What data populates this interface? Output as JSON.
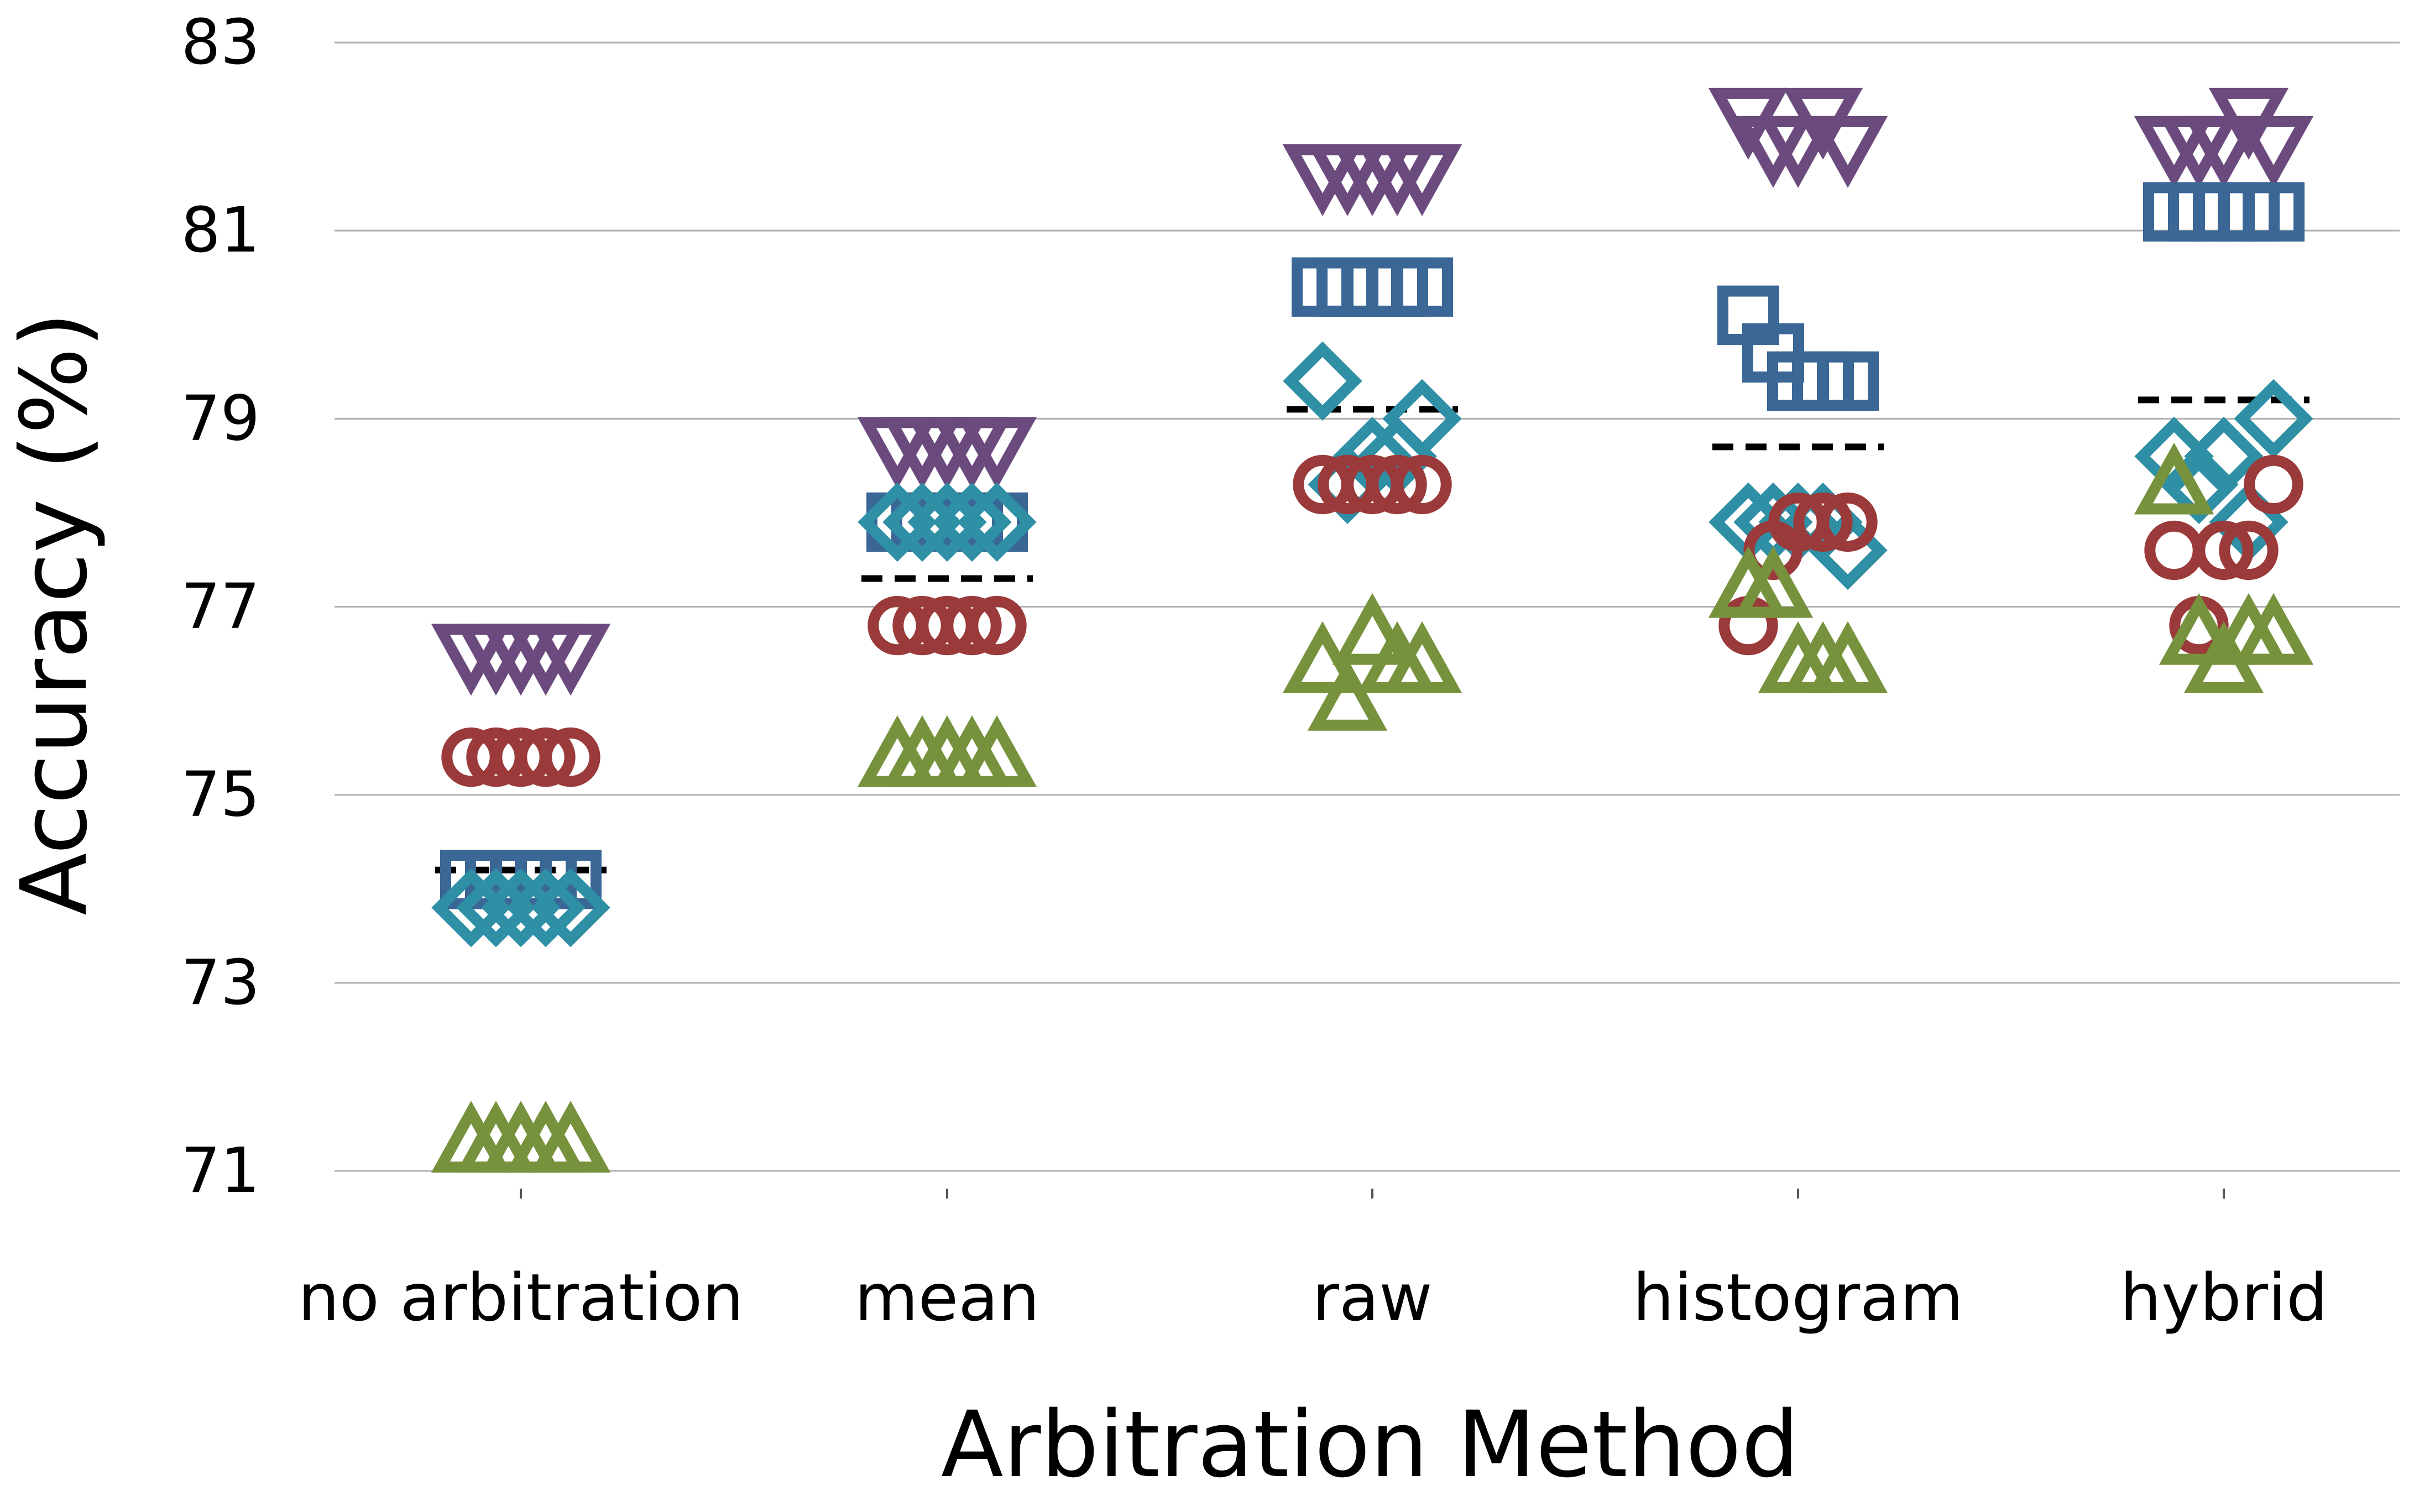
{
  "chart_data": {
    "type": "scatter",
    "title": "",
    "xlabel": "Arbitration Method",
    "ylabel": "Accuracy (%)",
    "categories": [
      "no arbitration",
      "mean",
      "raw",
      "histogram",
      "hybrid"
    ],
    "ylim": [
      71,
      83
    ],
    "yticks": [
      71,
      73,
      75,
      77,
      79,
      81,
      83
    ],
    "grid": "horizontal",
    "legend": "none",
    "mean_line_color": "#000000",
    "series": [
      {
        "marker": "triangle-down",
        "color": "#6b4a7e",
        "values": [
          [
            76.5,
            76.5,
            76.5,
            76.5,
            76.5
          ],
          [
            78.7,
            78.7,
            78.7,
            78.7,
            78.7
          ],
          [
            81.6,
            81.6,
            81.6,
            81.6,
            81.6
          ],
          [
            82.2,
            81.9,
            81.9,
            82.2,
            81.9
          ],
          [
            81.9,
            81.9,
            81.9,
            82.2,
            81.9
          ]
        ]
      },
      {
        "marker": "square",
        "color": "#3a6795",
        "values": [
          [
            74.1,
            74.1,
            74.1,
            74.1,
            74.1
          ],
          [
            77.9,
            77.9,
            77.9,
            77.9,
            77.9
          ],
          [
            80.4,
            80.4,
            80.4,
            80.4,
            80.4
          ],
          [
            80.1,
            79.7,
            79.4,
            79.4,
            79.4
          ],
          [
            81.2,
            81.2,
            81.2,
            81.2,
            81.2
          ]
        ]
      },
      {
        "marker": "diamond",
        "color": "#2f8fa5",
        "values": [
          [
            73.8,
            73.8,
            73.8,
            73.8,
            73.8
          ],
          [
            77.9,
            77.9,
            77.9,
            77.9,
            77.9
          ],
          [
            79.4,
            78.3,
            78.6,
            78.6,
            79.0
          ],
          [
            77.9,
            77.9,
            77.9,
            77.9,
            77.6
          ],
          [
            78.6,
            78.3,
            78.6,
            77.9,
            79.0
          ]
        ]
      },
      {
        "marker": "circle",
        "color": "#9b3a3a",
        "values": [
          [
            75.4,
            75.4,
            75.4,
            75.4,
            75.4
          ],
          [
            76.8,
            76.8,
            76.8,
            76.8,
            76.8
          ],
          [
            78.3,
            78.3,
            78.3,
            78.3,
            78.3
          ],
          [
            76.8,
            77.6,
            77.9,
            77.9,
            77.9
          ],
          [
            77.6,
            76.8,
            77.6,
            77.6,
            78.3
          ]
        ]
      },
      {
        "marker": "triangle-up",
        "color": "#77923c",
        "values": [
          [
            71.3,
            71.3,
            71.3,
            71.3,
            71.3
          ],
          [
            75.4,
            75.4,
            75.4,
            75.4,
            75.4
          ],
          [
            76.4,
            76.0,
            76.7,
            76.4,
            76.4
          ],
          [
            77.2,
            77.2,
            76.4,
            76.4,
            76.4
          ],
          [
            78.3,
            76.7,
            76.4,
            76.7,
            76.7
          ]
        ]
      }
    ],
    "means": [
      74.2,
      77.3,
      79.1,
      78.7,
      79.2
    ]
  }
}
